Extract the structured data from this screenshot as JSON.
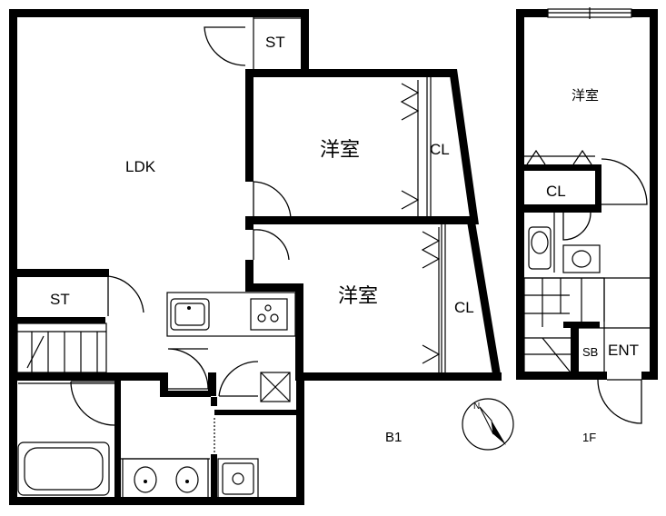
{
  "floors": {
    "basement": {
      "label": "B1",
      "rooms": {
        "ldk": "LDK",
        "storage_top": "ST",
        "storage_left": "ST",
        "western_room_1": "洋室",
        "closet_1": "CL",
        "western_room_2": "洋室",
        "closet_2": "CL"
      }
    },
    "first": {
      "label": "1F",
      "rooms": {
        "western_room": "洋室",
        "closet": "CL",
        "shoe_box": "SB",
        "entrance": "ENT"
      }
    }
  },
  "compass": {
    "north": "N"
  },
  "colors": {
    "wall": "#000000",
    "background": "#ffffff",
    "compass_fill": "#000000"
  }
}
